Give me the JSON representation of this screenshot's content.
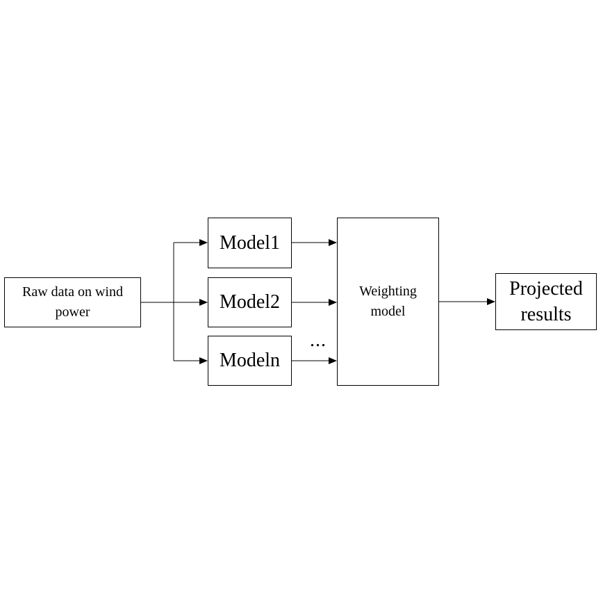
{
  "diagram": {
    "input_box": "Raw data on wind power",
    "models": [
      "Model1",
      "Model2",
      "Modeln"
    ],
    "ellipsis": "...",
    "weighting_box": "Weighting model",
    "output_box": "Projected results"
  },
  "colors": {
    "line": "#000000",
    "background": "#ffffff"
  }
}
